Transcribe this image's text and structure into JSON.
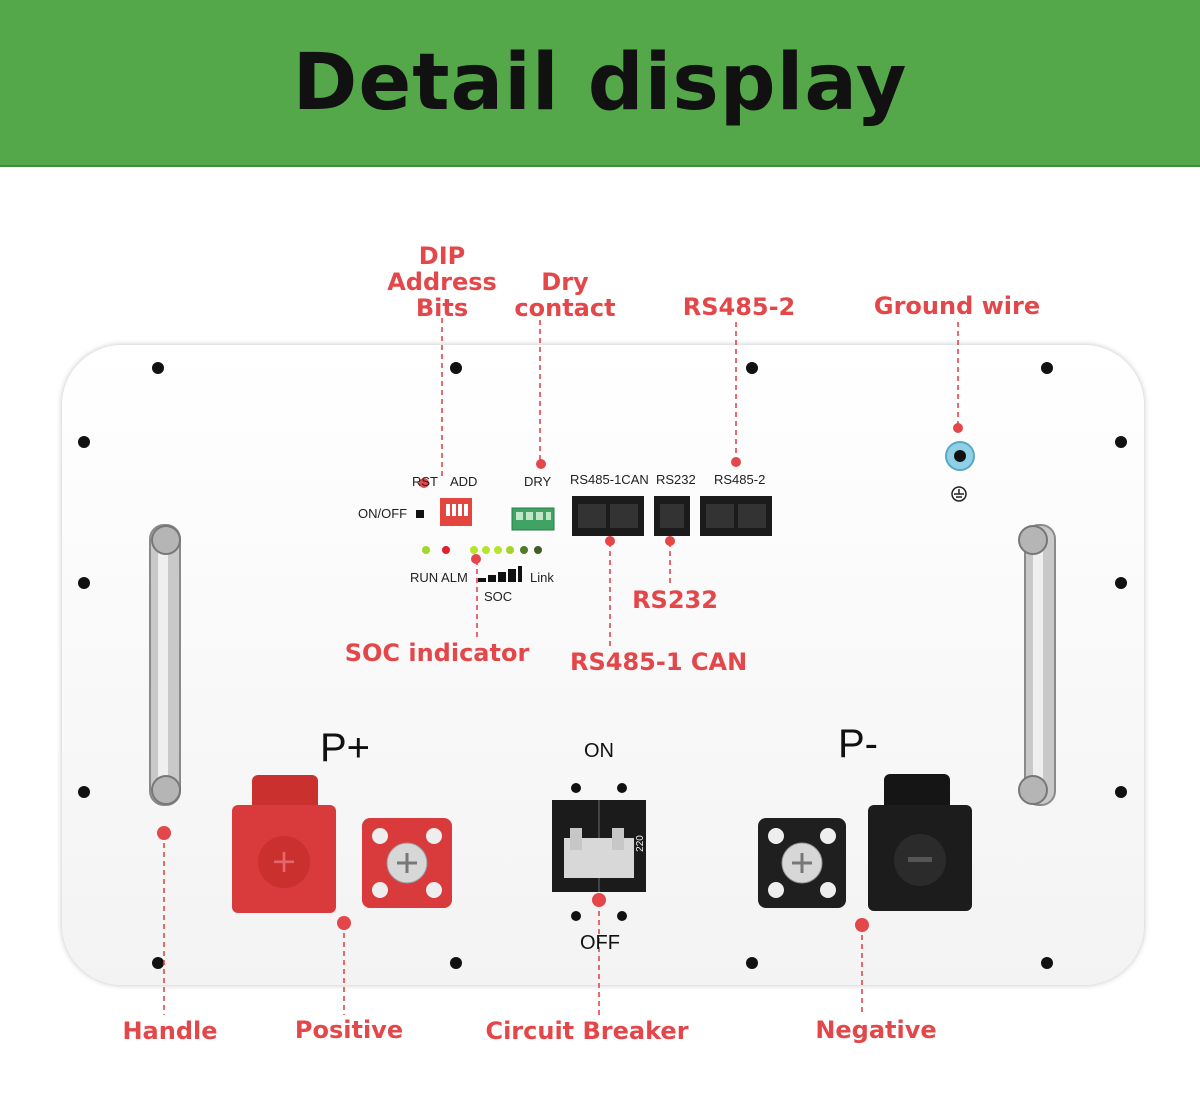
{
  "header": {
    "title": "Detail display"
  },
  "callouts": {
    "dip": [
      "DIP",
      "Address",
      "Bits"
    ],
    "dry": [
      "Dry",
      "contact"
    ],
    "rs485_2": "RS485-2",
    "ground": "Ground wire",
    "soc": "SOC indicator",
    "rs232": "RS232",
    "rs485_1": "RS485-1 CAN",
    "handle": "Handle",
    "positive": "Positive",
    "breaker": "Circuit Breaker",
    "negative": "Negative"
  },
  "panel": {
    "rst": "RST",
    "add": "ADD",
    "dry": "DRY",
    "rs485_1can": "RS485-1CAN",
    "rs232": "RS232",
    "rs485_2": "RS485-2",
    "onoff": "ON/OFF",
    "run_alm": "RUN ALM",
    "link": "Link",
    "soc": "SOC",
    "p_plus": "P+",
    "p_minus": "P-",
    "on": "ON",
    "off": "OFF",
    "breaker_rating": "220"
  },
  "colors": {
    "banner": "#55a84a",
    "accent": "#e3474a",
    "positive": "#d93a3c",
    "negative": "#1c1c1c"
  }
}
